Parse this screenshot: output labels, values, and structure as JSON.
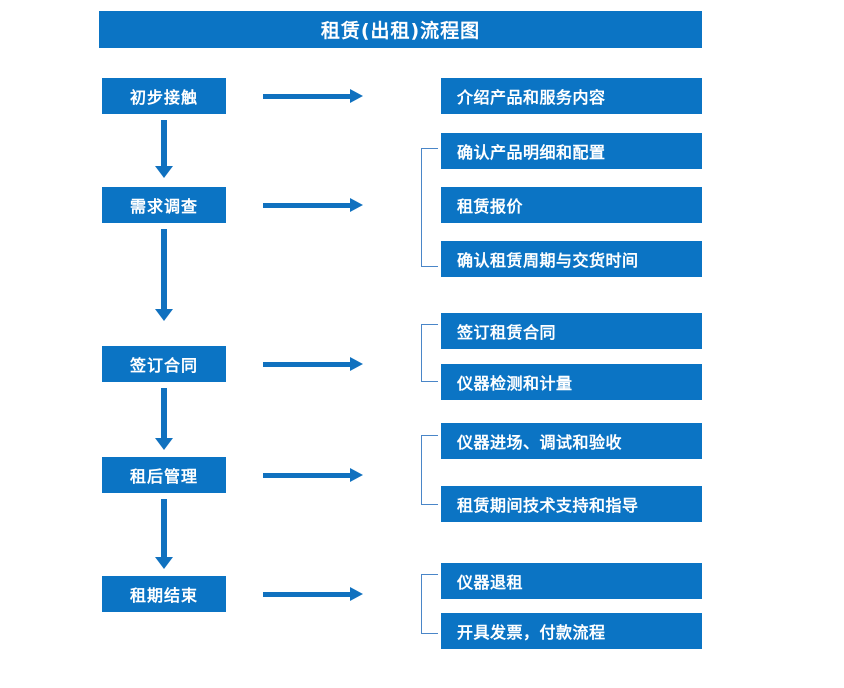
{
  "diagram": {
    "title": "租赁(出租)流程图",
    "colors": {
      "box_blue": "#0b74c4",
      "arrow_blue": "#1071bf",
      "bracket_blue": "#4a86c8",
      "text_white": "#ffffff",
      "background": "#ffffff"
    },
    "stages": [
      {
        "id": "stage-1",
        "label": "初步接触",
        "details": [
          "介绍产品和服务内容"
        ]
      },
      {
        "id": "stage-2",
        "label": "需求调查",
        "details": [
          "确认产品明细和配置",
          "租赁报价",
          "确认租赁周期与交货时间"
        ]
      },
      {
        "id": "stage-3",
        "label": "签订合同",
        "details": [
          "签订租赁合同",
          "仪器检测和计量"
        ]
      },
      {
        "id": "stage-4",
        "label": "租后管理",
        "details": [
          "仪器进场、调试和验收",
          "租赁期间技术支持和指导"
        ]
      },
      {
        "id": "stage-5",
        "label": "租期结束",
        "details": [
          "仪器退租",
          "开具发票，付款流程"
        ]
      }
    ]
  }
}
